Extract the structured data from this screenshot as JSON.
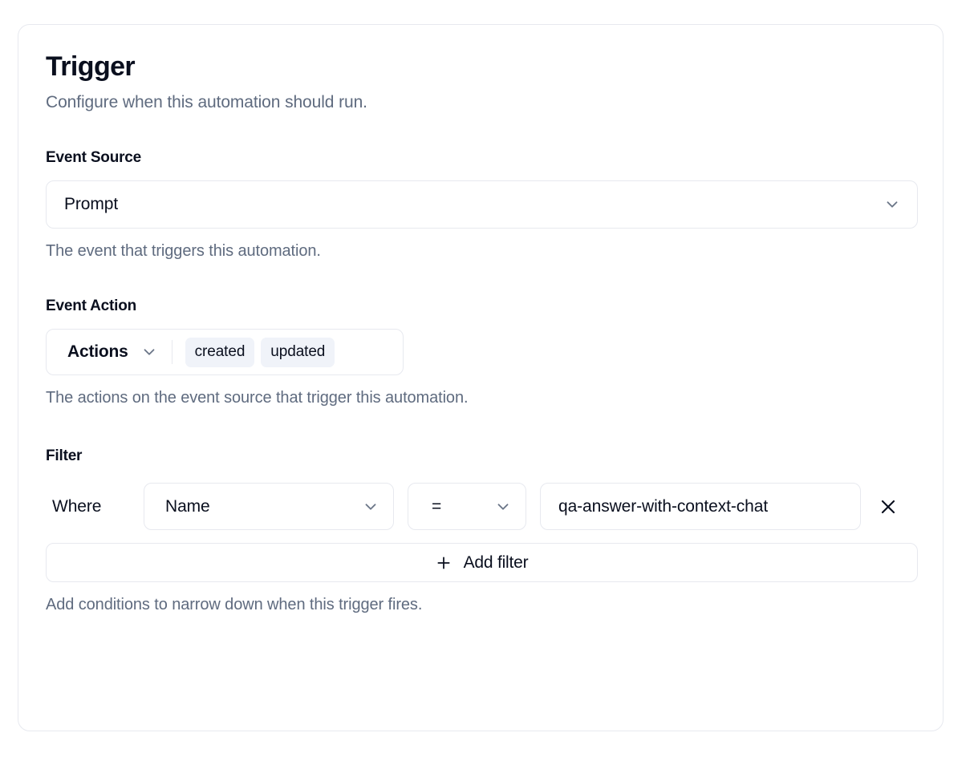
{
  "card": {
    "title": "Trigger",
    "subtitle": "Configure when this automation should run."
  },
  "event_source": {
    "label": "Event Source",
    "value": "Prompt",
    "help": "The event that triggers this automation.",
    "chevron_icon": "chevron-down-icon"
  },
  "event_action": {
    "label": "Event Action",
    "select_label": "Actions",
    "chips": [
      {
        "label": "created"
      },
      {
        "label": "updated"
      }
    ],
    "help": "The actions on the event source that trigger this automation.",
    "chevron_icon": "chevron-down-icon"
  },
  "filter": {
    "label": "Filter",
    "where_label": "Where",
    "rows": [
      {
        "field": "Name",
        "operator": "=",
        "value": "qa-answer-with-context-chat",
        "remove_icon": "close-icon"
      }
    ],
    "add_filter_label": "Add filter",
    "add_filter_icon": "plus-icon",
    "help": "Add conditions to narrow down when this trigger fires."
  },
  "colors": {
    "border": "#e7e9ef",
    "text": "#0a0f1e",
    "muted": "#5f6b7f",
    "chip_bg": "#f0f3f9",
    "chevron": "#6b7688",
    "surface": "#ffffff"
  }
}
